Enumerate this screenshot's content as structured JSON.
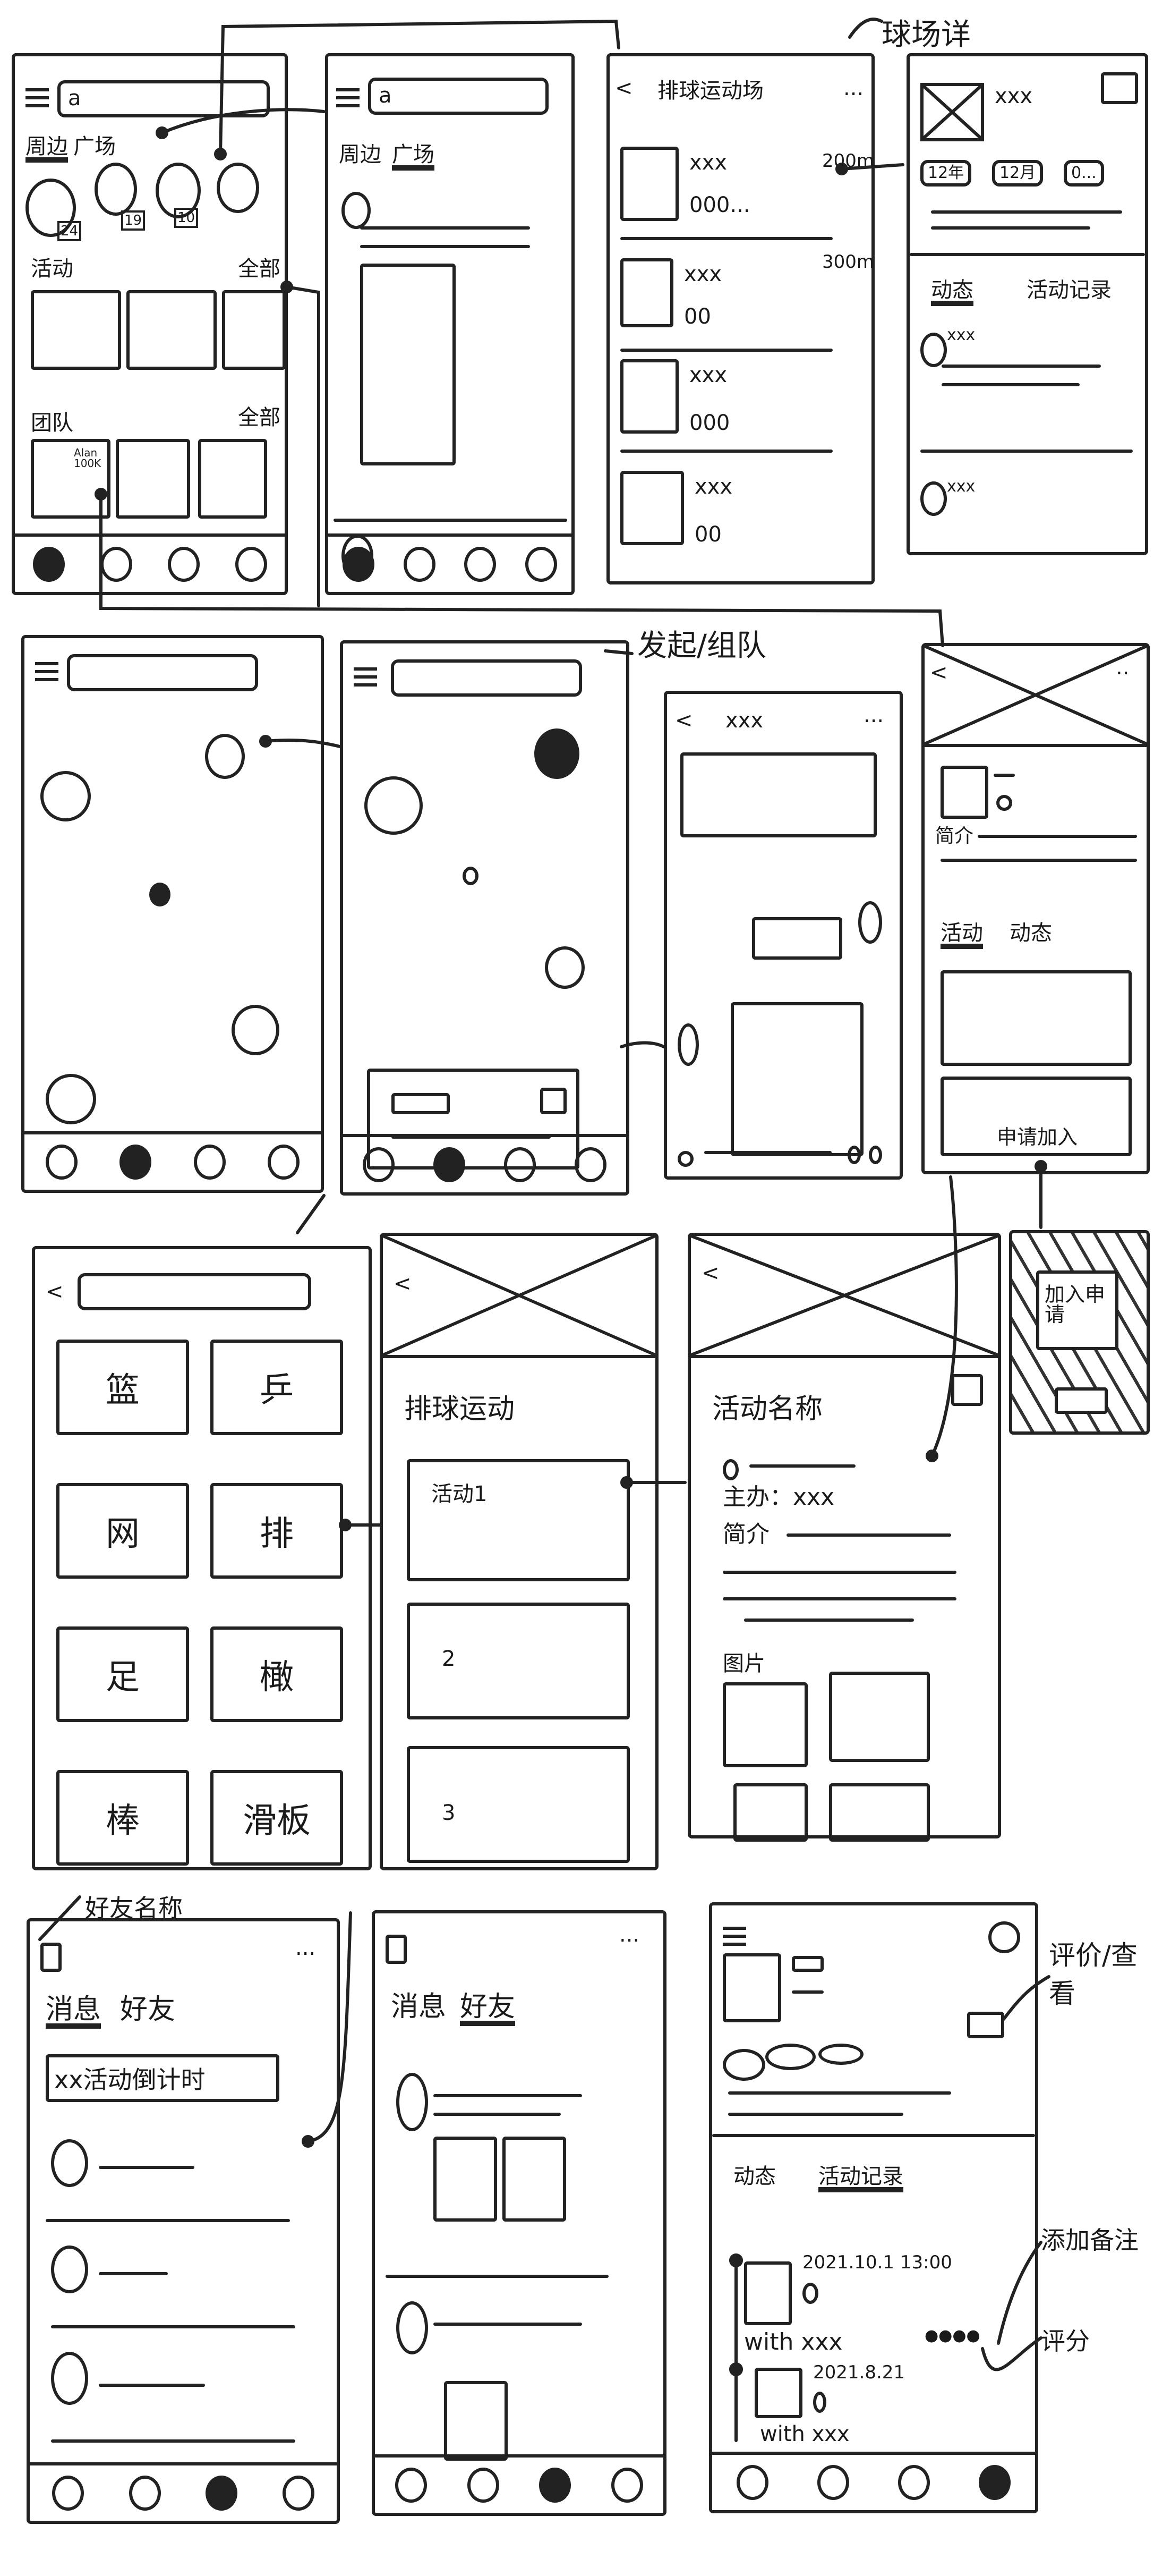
{
  "annotations": {
    "court_detail": "球场详",
    "create_join": "发起/组队",
    "friend_list": "好友名称",
    "rate_view": "评价/查看",
    "add_note": "添加备注",
    "score": "评分"
  },
  "home": {
    "search_icon_label": "a",
    "tabs": [
      "周边",
      "广场"
    ],
    "badges": [
      "24",
      "19",
      "10"
    ],
    "activities_label": "活动",
    "all_label": "全部",
    "teams_label": "团队",
    "team_card_text": "Alan 100K"
  },
  "square": {
    "search_icon_label": "a",
    "tabs": [
      "周边",
      "广场"
    ]
  },
  "court_list": {
    "title": "排球运动场",
    "more": "...",
    "items": [
      {
        "name": "xxx",
        "distance": "200m",
        "rating": "000..."
      },
      {
        "name": "xxx",
        "distance": "300m",
        "rating": "00"
      },
      {
        "name": "xxx",
        "distance": "",
        "rating": "000"
      },
      {
        "name": "xxx",
        "distance": "",
        "rating": "00"
      }
    ]
  },
  "court_detail": {
    "name": "xxx",
    "chips": [
      "12年",
      "12月",
      "0..."
    ],
    "tabs": [
      "动态",
      "活动记录"
    ],
    "posts": [
      "xxx",
      "xxx"
    ]
  },
  "chat": {
    "title": "xxx",
    "back": "<",
    "more": "..."
  },
  "team_detail": {
    "intro_label": "简介",
    "tabs": [
      "活动",
      "动态"
    ],
    "apply_button": "申请加入"
  },
  "popup": {
    "text": "加入申请"
  },
  "sports": {
    "items": [
      "篮",
      "乒",
      "网",
      "排",
      "足",
      "橄",
      "棒",
      "滑板"
    ]
  },
  "sport_activities": {
    "title": "排球运动",
    "items": [
      "活动1",
      "2",
      "3"
    ]
  },
  "activity_detail": {
    "title": "活动名称",
    "host": "主办：xxx",
    "intro_label": "简介",
    "photos_label": "图片"
  },
  "messages": {
    "tabs": [
      "消息",
      "好友"
    ],
    "banner": "xx活动倒计时",
    "more": "..."
  },
  "friends": {
    "tabs": [
      "消息",
      "好友"
    ],
    "more": "..."
  },
  "profile": {
    "tabs": [
      "动态",
      "活动记录"
    ],
    "records": [
      {
        "date": "2021.10.1 13:00",
        "with": "with xxx"
      },
      {
        "date": "2021.8.21",
        "with": "with xxx"
      }
    ]
  }
}
